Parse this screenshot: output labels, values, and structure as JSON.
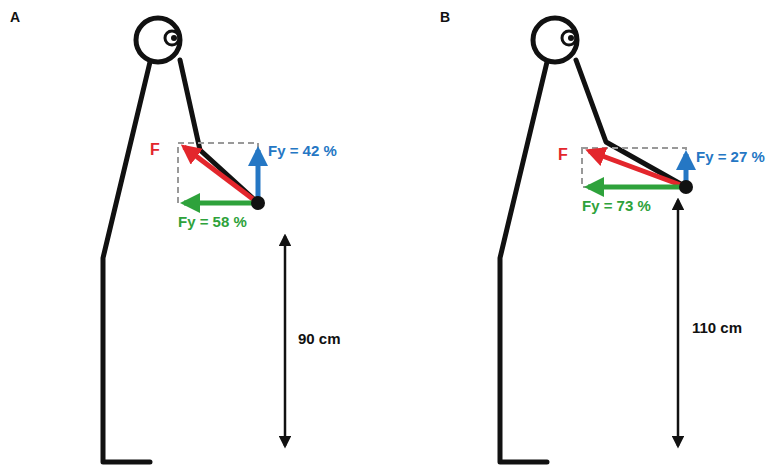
{
  "diagram": {
    "labels": [
      "A",
      "F",
      "Fy = 42 %",
      "Fy = 58 %",
      "90 cm",
      "B",
      "F",
      "Fy = 27 %",
      "Fy = 73 %",
      "110 cm"
    ]
  }
}
